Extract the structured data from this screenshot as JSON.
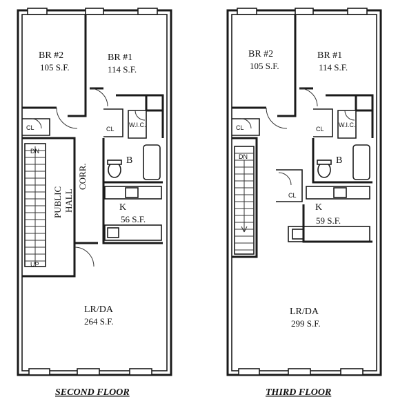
{
  "plans": {
    "second": {
      "caption": "SECOND FLOOR",
      "br2_name": "BR #2",
      "br2_area": "105 S.F.",
      "br1_name": "BR #1",
      "br1_area": "114 S.F.",
      "bath": "B",
      "kitchen_name": "K",
      "kitchen_area": "56 S.F.",
      "living_name": "LR/DA",
      "living_area": "264 S.F.",
      "closet_left": "CL",
      "closet_right": "CL",
      "walkin": "W.I.C.",
      "corridor": "CORR.",
      "public_hall_1": "PUBLIC",
      "public_hall_2": "HALL",
      "stair_dn": "DN",
      "stair_up": "UP"
    },
    "third": {
      "caption": "THIRD FLOOR",
      "br2_name": "BR #2",
      "br2_area": "105 S.F.",
      "br1_name": "BR #1",
      "br1_area": "114 S.F.",
      "bath": "B",
      "kitchen_name": "K",
      "kitchen_area": "59 S.F.",
      "living_name": "LR/DA",
      "living_area": "299 S.F.",
      "closet_left": "CL",
      "closet_right": "CL",
      "closet_mid": "CL",
      "walkin": "W.I.C.",
      "stair_dn": "DN"
    }
  }
}
